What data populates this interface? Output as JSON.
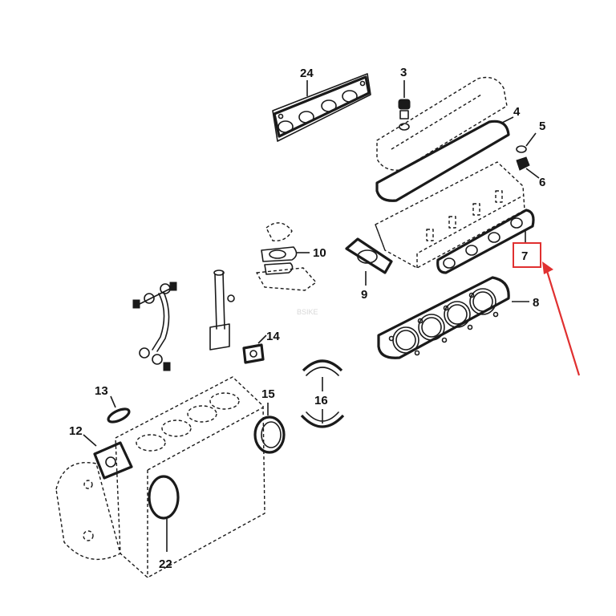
{
  "diagram": {
    "watermark": "BSIKE",
    "highlight_color": "#e03030",
    "ink_color": "#1a1a1a",
    "callouts": {
      "c3": "3",
      "c4": "4",
      "c5": "5",
      "c6": "6",
      "c7": "7",
      "c8": "8",
      "c9": "9",
      "c10": "10",
      "c12": "12",
      "c13": "13",
      "c14": "14",
      "c15": "15",
      "c16": "16",
      "c22": "22",
      "c24": "24"
    },
    "highlighted_callout": "7"
  }
}
